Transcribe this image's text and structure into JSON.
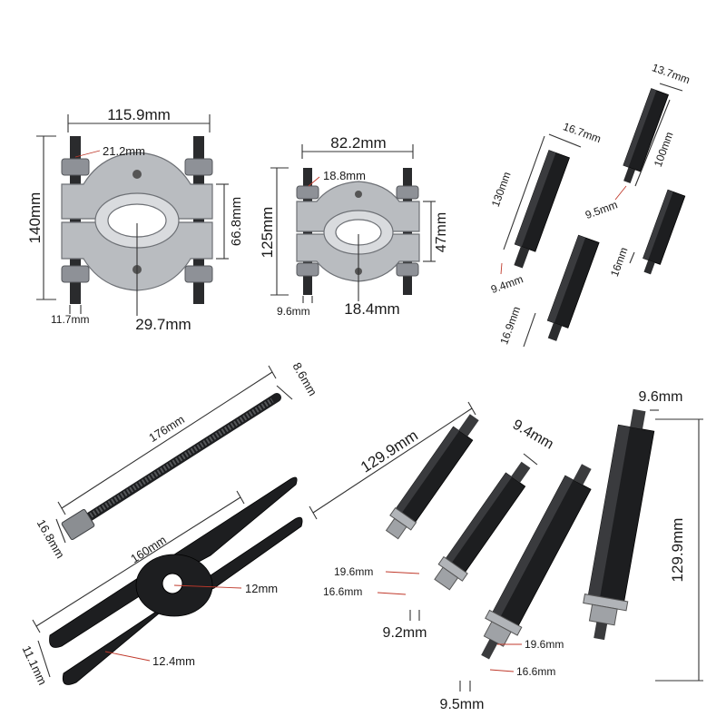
{
  "colors": {
    "metal": "#b9bcc0",
    "steel_black": "#1d1e20",
    "leader_red": "#c0392b",
    "dim_line": "#333333"
  },
  "separator_large": {
    "width": "115.9mm",
    "bolt_diameter": "21.2mm",
    "height": "140mm",
    "plate_height": "66.8mm",
    "bolt_end": "11.7mm",
    "bore": "29.7mm"
  },
  "separator_small": {
    "width": "82.2mm",
    "bolt_diameter": "18.8mm",
    "height": "125mm",
    "plate_height": "47mm",
    "bolt_end": "9.6mm",
    "bore": "18.4mm"
  },
  "extensions_small": {
    "rod_a_length": "130mm",
    "rod_a_width": "16.7mm",
    "rod_a_thread": "9.4mm",
    "rod_b_width": "13.7mm",
    "rod_b_length": "100mm",
    "rod_b_thread": "9.5mm",
    "rod_c_length": "16mm",
    "rod_d_width": "16.9mm"
  },
  "forcing_screw": {
    "length": "176mm",
    "thread": "8.6mm",
    "hex": "16.8mm"
  },
  "yoke": {
    "length": "160mm",
    "hole": "12mm",
    "slot": "12.4mm",
    "thickness": "11.1mm"
  },
  "extensions_large": {
    "rod_length_left": "129.9mm",
    "thread_mid": "9.4mm",
    "thread_top": "9.6mm",
    "rod_length_right": "129.9mm",
    "washer_outer_1": "19.6mm",
    "nut_1": "16.6mm",
    "thread_bottom_1": "9.2mm",
    "washer_outer_2": "19.6mm",
    "nut_2": "16.6mm",
    "thread_bottom_2": "9.5mm"
  }
}
